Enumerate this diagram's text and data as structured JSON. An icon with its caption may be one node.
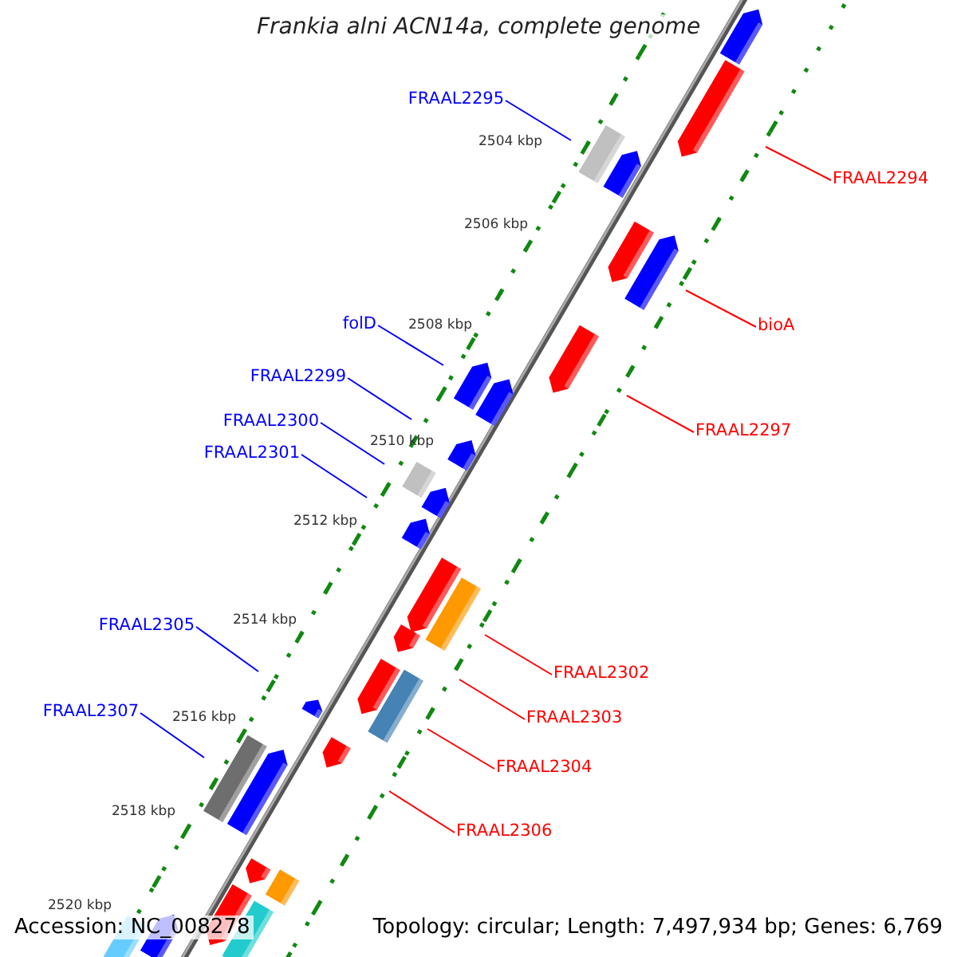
{
  "diagram": {
    "title": "Frankia alni ACN14a, complete genome",
    "nodes": [
      {
        "text": [
          "FRAAL2295"
        ]
      },
      {
        "text": [
          "folD"
        ]
      },
      {
        "text": [
          "FRAAL2299"
        ]
      },
      {
        "text": [
          "FRAAL2300"
        ]
      },
      {
        "text": [
          "FRAAL2301"
        ]
      },
      {
        "text": [
          "FRAAL2305"
        ]
      },
      {
        "text": [
          "FRAAL2307"
        ]
      },
      {
        "text": [
          "FRAAL2294"
        ]
      },
      {
        "text": [
          "bioA"
        ]
      },
      {
        "text": [
          "FRAAL2297"
        ]
      },
      {
        "text": [
          "FRAAL2302"
        ]
      },
      {
        "text": [
          "FRAAL2303"
        ]
      },
      {
        "text": [
          "FRAAL2304"
        ]
      },
      {
        "text": [
          "FRAAL2306"
        ]
      }
    ],
    "edges": [
      {
        "from": 0,
        "to": null,
        "arrow": "none"
      },
      {
        "from": 1,
        "to": null,
        "arrow": "none"
      },
      {
        "from": 2,
        "to": null,
        "arrow": "none"
      },
      {
        "from": 3,
        "to": null,
        "arrow": "none"
      },
      {
        "from": 4,
        "to": null,
        "arrow": "none"
      },
      {
        "from": 5,
        "to": null,
        "arrow": "none"
      },
      {
        "from": 6,
        "to": null,
        "arrow": "none"
      },
      {
        "from": 7,
        "to": null,
        "arrow": "none",
        "color": "#ff0000"
      },
      {
        "from": 8,
        "to": null,
        "arrow": "none",
        "color": "#ff0000"
      },
      {
        "from": 9,
        "to": null,
        "arrow": "none",
        "color": "#ff0000"
      },
      {
        "from": 10,
        "to": null,
        "arrow": "none",
        "color": "#ff0000"
      },
      {
        "from": 11,
        "to": null,
        "arrow": "none",
        "color": "#ff0000"
      },
      {
        "from": 12,
        "to": null,
        "arrow": "none",
        "color": "#ff0000"
      },
      {
        "from": 13,
        "to": null,
        "arrow": "none",
        "color": "#ff0000"
      }
    ],
    "labels": [
      "2504 kbp",
      "2506 kbp",
      "2508 kbp",
      "2510 kbp",
      "2512 kbp",
      "2514 kbp",
      "2516 kbp",
      "2518 kbp",
      "2520 kbp",
      "Accession: NC_008278",
      "Topology: circular; Length: 7,497,934 bp; Genes: 6,769"
    ]
  }
}
